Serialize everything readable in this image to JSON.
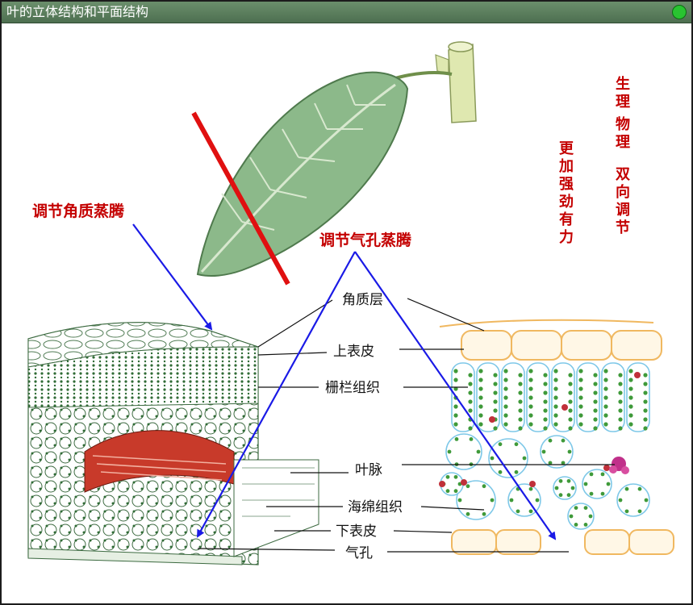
{
  "window": {
    "title": "叶的立体结构和平面结构"
  },
  "annotations": {
    "cuticle_transpiration": "调节角质蒸腾",
    "stomatal_transpiration": "调节气孔蒸腾",
    "col_more_effective": "更加强劲有力",
    "col_physiology_1": "生理",
    "col_physiology_2": "物理",
    "col_two_way": "双向调节"
  },
  "labels": {
    "cuticle": "角质层",
    "upper_epidermis": "上表皮",
    "palisade": "栅栏组织",
    "vein": "叶脉",
    "spongy": "海绵组织",
    "lower_epidermis": "下表皮",
    "stoma": "气孔"
  },
  "colors": {
    "arrow": "#1a1ae6",
    "strike": "#e01010",
    "annotation_text": "#c40000",
    "title_bar": "#5a7d5c",
    "cell_outline": "#7ec8e8",
    "epidermis": "#f0b860",
    "chloroplast": "#3f9a3a"
  }
}
